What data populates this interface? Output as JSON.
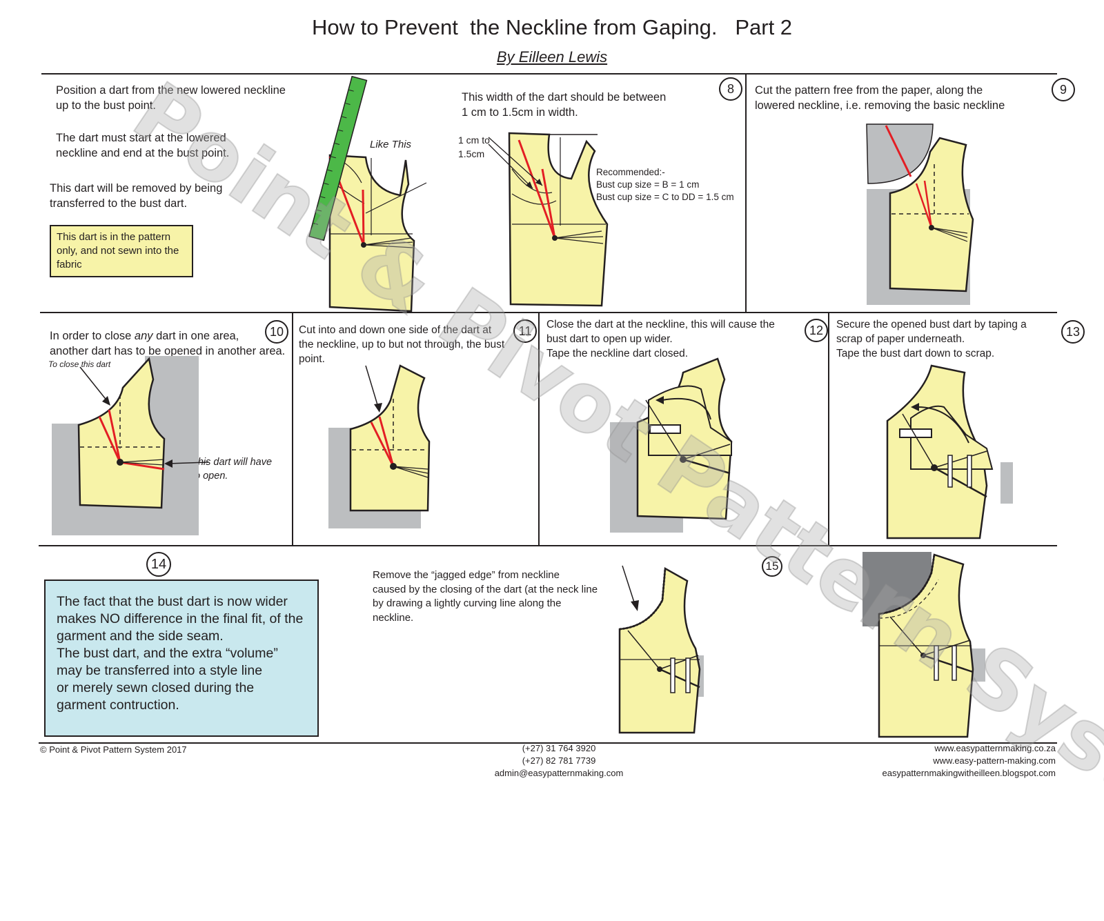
{
  "header": {
    "title": "How to Prevent  the Neckline from Gaping.   Part 2",
    "author": "By Eilleen Lewis"
  },
  "step8": {
    "intro": "Position a dart from the new lowered neckline\nup to the bust point.",
    "must_start": "The dart must start at the lowered\nneckline and end at the bust point.",
    "removed": "This dart will be removed by being\ntransferred to the bust dart.",
    "note": "This dart is in the pattern\nonly, and not sewn into the\nfabric",
    "like_this": "Like This",
    "width_text": "This width of the dart should be between\n 1 cm to 1.5cm in width.",
    "width_label": "1 cm to\n1.5cm",
    "recommended": "Recommended:-\nBust cup size = B = 1 cm\nBust cup size = C to DD = 1.5 cm",
    "number": "8"
  },
  "step9": {
    "text": "Cut the pattern free from the paper, along the\nlowered neckline, i.e. removing the basic neckline",
    "number": "9"
  },
  "step10": {
    "text_a": "In order to close ",
    "text_any": "any",
    "text_b": " dart in one area,\nanother dart has to be opened in another area.",
    "label_close": "To close this dart",
    "label_open": "This dart will have\nto open.",
    "number": "10"
  },
  "step11": {
    "text": "Cut into and down one side of the dart at\nthe neckline, up to but not through, the bust\npoint.",
    "number": "11"
  },
  "step12": {
    "text": "Close the dart at the neckline, this will cause the\nbust dart to open up wider.\nTape the neckline dart closed.",
    "number": "12"
  },
  "step13": {
    "text": "Secure the opened bust dart by taping a\nscrap of paper underneath.\nTape the bust dart down to scrap.",
    "number": "13"
  },
  "step14": {
    "number": "14",
    "note": " The fact that the bust dart is now wider\nmakes NO difference in the final fit, of the\ngarment and the side seam.\nThe bust dart, and the extra “volume”\nmay be transferred into a style line\nor merely sewn closed during the\ngarment contruction."
  },
  "step15": {
    "number": "15",
    "text": "Remove the “jagged edge” from neckline\ncaused by the closing of the dart (at the neck line\n by drawing a lightly curving line along the\nneckline."
  },
  "footer": {
    "copyright": "© Point & Pivot Pattern System 2017",
    "contact": "(+27) 31 764 3920\n(+27) 82 781 7739\nadmin@easypatternmaking.com",
    "websites": "www.easypatternmaking.co.za\nwww.easy-pattern-making.com\neasypatternmakingwitheilleen.blogspot.com"
  },
  "watermark": "Point & Pivot Pattern Systems",
  "colors": {
    "pattern_yellow": "#f7f3a8",
    "paper_grey": "#bcbec0",
    "dart_red": "#e31e24",
    "ruler_green": "#4cb848",
    "note_blue": "#c9e8ee",
    "line": "#231f20"
  }
}
